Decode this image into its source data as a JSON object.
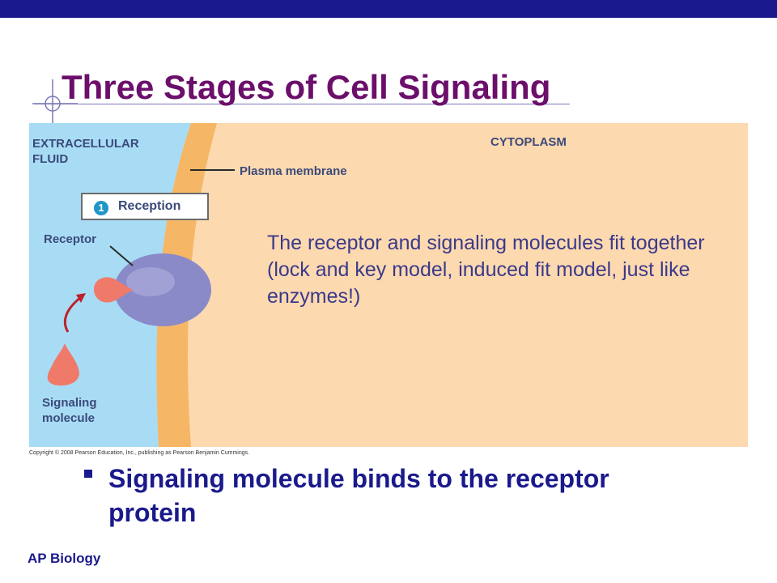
{
  "slide": {
    "title": "Three Stages of Cell Signaling",
    "footer": "AP Biology",
    "bullet": "Signaling molecule binds to the receptor protein"
  },
  "figure": {
    "label_extracellular_line1": "EXTRACELLULAR",
    "label_extracellular_line2": "FLUID",
    "label_cytoplasm": "CYTOPLASM",
    "label_plasma_membrane": "Plasma membrane",
    "step_number": "1",
    "step_label": "Reception",
    "label_receptor": "Receptor",
    "label_signaling_line1": "Signaling",
    "label_signaling_line2": "molecule",
    "description": "The receptor and signaling molecules fit together (lock and key model, induced fit model, just like enzymes!)",
    "copyright": "Copyright © 2008 Pearson Education, Inc., publishing as Pearson Benjamin Cummings."
  },
  "colors": {
    "title": "#6b0f6b",
    "top_bar": "#1a1a8c",
    "extracellular": "#a8dcf5",
    "membrane": "#f5b765",
    "cytoplasm": "#fdd9b0",
    "receptor": "#8a8ac8",
    "signal_molecule": "#f07a6a",
    "step_badge": "#1f96c8"
  },
  "icons": [
    "crosshair-icon",
    "bullet-square-icon",
    "curved-arrow-icon"
  ]
}
